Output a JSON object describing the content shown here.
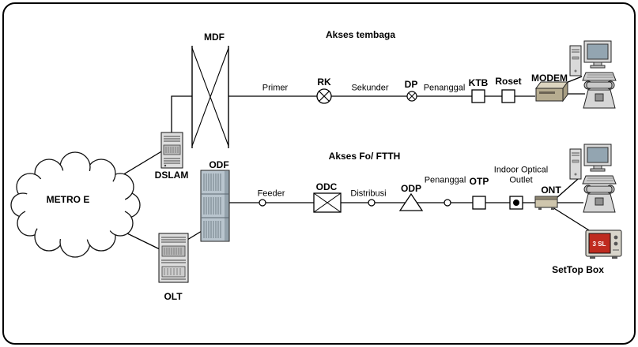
{
  "diagram": {
    "sections": {
      "copper_title": "Akses tembaga",
      "fiber_title": "Akses Fo/ FTTH"
    },
    "cloud_label": "METRO E",
    "nodes": {
      "mdf": "MDF",
      "dslam": "DSLAM",
      "odf": "ODF",
      "olt": "OLT",
      "rk": "RK",
      "dp": "DP",
      "ktb": "KTB",
      "roset": "Roset",
      "modem": "MODEM",
      "odc": "ODC",
      "odp": "ODP",
      "otp": "OTP",
      "indoor_optical_outlet_line1": "Indoor Optical",
      "indoor_optical_outlet_line2": "Outlet",
      "ont": "ONT",
      "settop_box": "SetTop Box"
    },
    "segments": {
      "primer": "Primer",
      "sekunder": "Sekunder",
      "penanggal_copper": "Penanggal",
      "feeder": "Feeder",
      "distribusi": "Distribusi",
      "penanggal_fiber": "Penanggal"
    },
    "settop_screen": "3 SL"
  }
}
